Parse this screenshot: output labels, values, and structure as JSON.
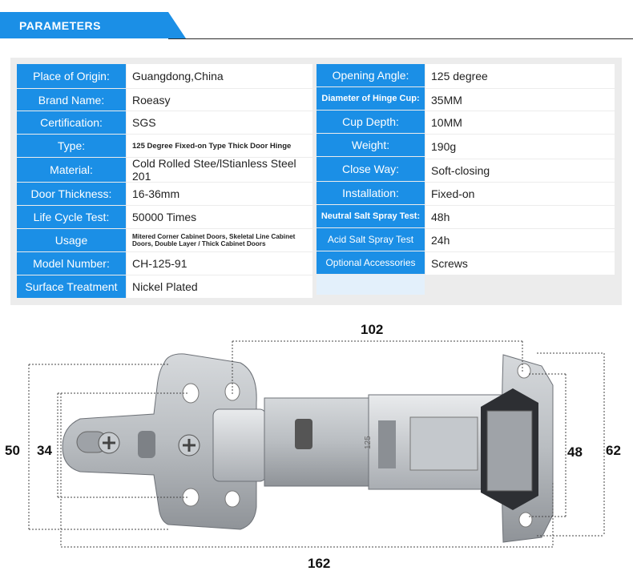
{
  "header": {
    "title": "PARAMETERS",
    "accent": "#1b8fe6"
  },
  "params_left": [
    {
      "label": "Place of Origin:",
      "value": "Guangdong,China"
    },
    {
      "label": "Brand Name:",
      "value": "Roeasy"
    },
    {
      "label": "Certification:",
      "value": "SGS"
    },
    {
      "label": "Type:",
      "value": "125 Degree Fixed-on Type Thick Door Hinge"
    },
    {
      "label": "Material:",
      "value": "Cold Rolled Stee/lStianless Steel 201"
    },
    {
      "label": "Door Thickness:",
      "value": "16-36mm"
    },
    {
      "label": "Life Cycle Test:",
      "value": "50000 Times"
    },
    {
      "label": "Usage",
      "value": "Mitered Corner Cabinet Doors, Skeletal Line Cabinet Doors, Double Layer / Thick Cabinet Doors"
    },
    {
      "label": "Model Number:",
      "value": "CH-125-91"
    },
    {
      "label": "Surface Treatment",
      "value": "Nickel Plated"
    }
  ],
  "params_right": [
    {
      "label": "Opening Angle:",
      "value": "125 degree"
    },
    {
      "label": "Diameter of Hinge Cup:",
      "value": "35MM"
    },
    {
      "label": "Cup Depth:",
      "value": "10MM"
    },
    {
      "label": "Weight:",
      "value": "190g"
    },
    {
      "label": "Close Way:",
      "value": "Soft-closing"
    },
    {
      "label": "Installation:",
      "value": "Fixed-on"
    },
    {
      "label": "Neutral Salt Spray Test:",
      "value": "48h"
    },
    {
      "label": "Acid Salt Spray Test",
      "value": "24h"
    },
    {
      "label": "Optional Accessories",
      "value": "Screws"
    }
  ],
  "dimensions": {
    "top_span": "102",
    "bottom_span": "162",
    "outer_left": "50",
    "inner_left": "34",
    "inner_right": "48",
    "outer_right": "62"
  },
  "hinge": {
    "cup_mark": "125"
  }
}
